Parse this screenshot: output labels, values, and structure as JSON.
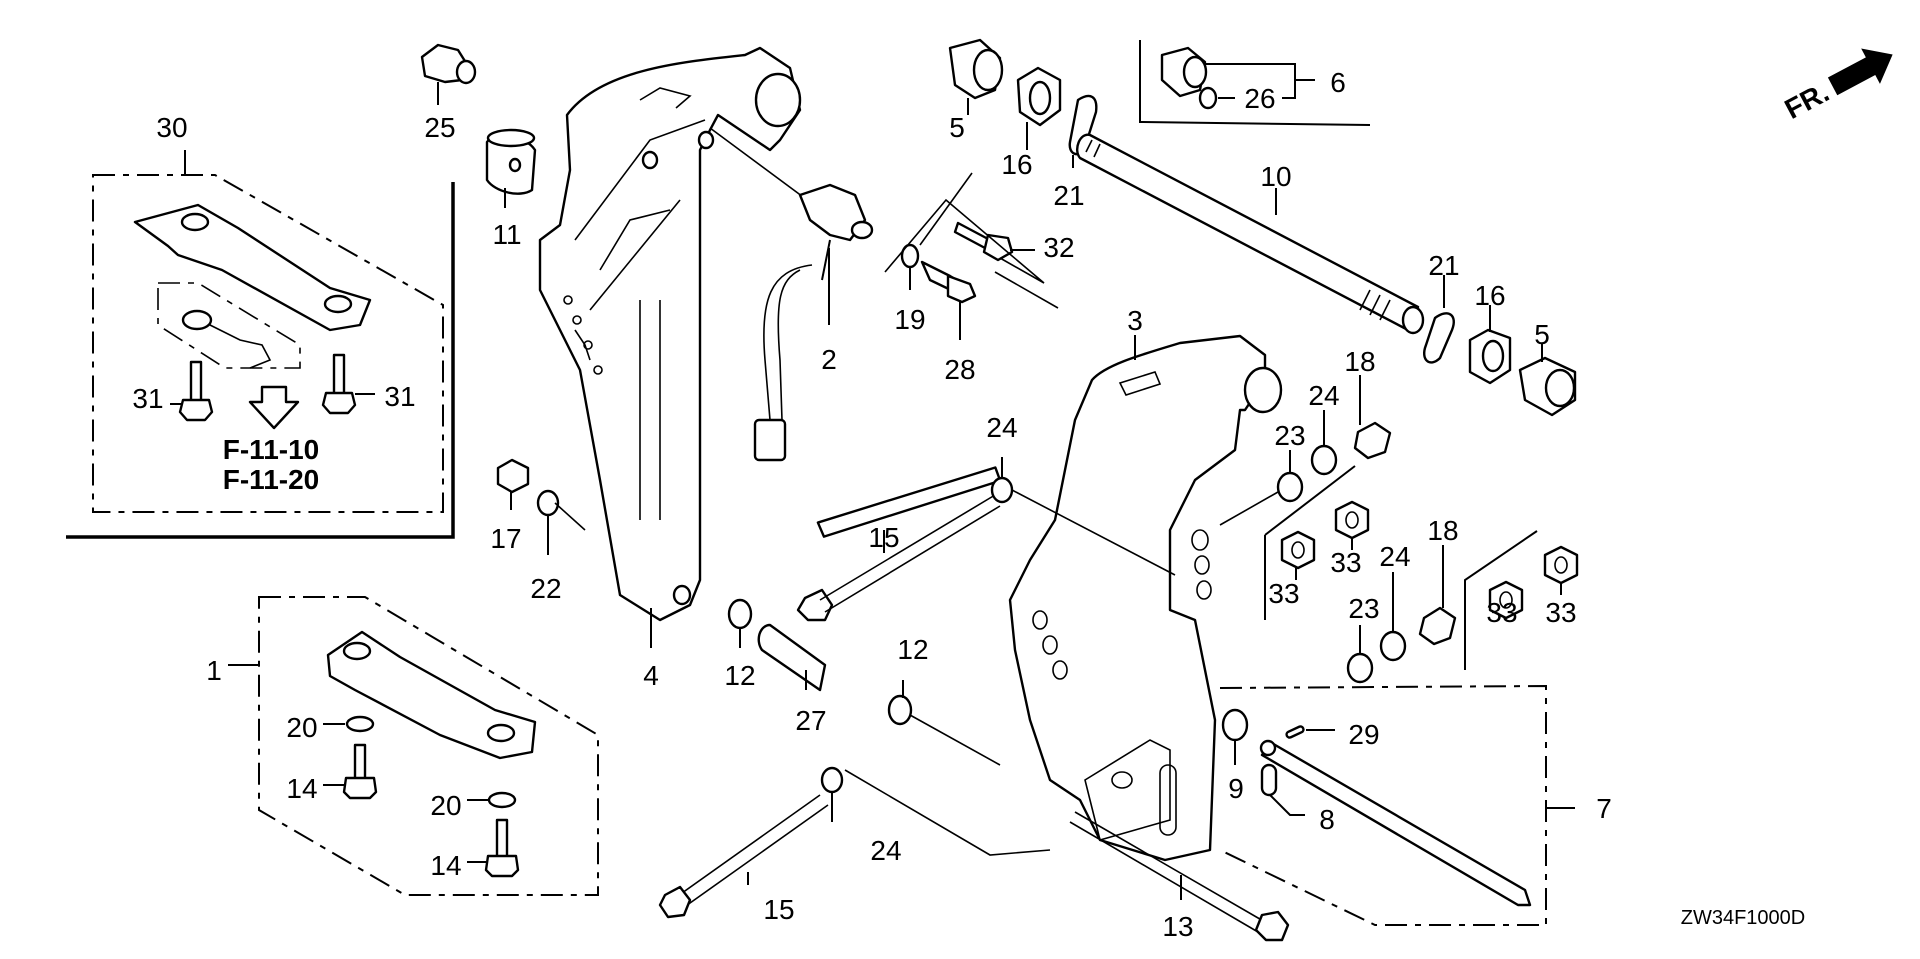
{
  "diagram": {
    "code": "ZW34F1000D",
    "direction_marker": "FR.",
    "cross_references": [
      "F-11-10",
      "F-11-20"
    ],
    "callouts": [
      {
        "id": "c30",
        "number": "30"
      },
      {
        "id": "c25",
        "number": "25"
      },
      {
        "id": "c11",
        "number": "11"
      },
      {
        "id": "c5a",
        "number": "5"
      },
      {
        "id": "c16a",
        "number": "16"
      },
      {
        "id": "c21a",
        "number": "21"
      },
      {
        "id": "c6",
        "number": "6"
      },
      {
        "id": "c26",
        "number": "26"
      },
      {
        "id": "c10",
        "number": "10"
      },
      {
        "id": "c32",
        "number": "32"
      },
      {
        "id": "c19",
        "number": "19"
      },
      {
        "id": "c28",
        "number": "28"
      },
      {
        "id": "c2",
        "number": "2"
      },
      {
        "id": "c3",
        "number": "3"
      },
      {
        "id": "c21b",
        "number": "21"
      },
      {
        "id": "c16b",
        "number": "16"
      },
      {
        "id": "c5b",
        "number": "5"
      },
      {
        "id": "c18a",
        "number": "18"
      },
      {
        "id": "c24a",
        "number": "24"
      },
      {
        "id": "c23a",
        "number": "23"
      },
      {
        "id": "c24m",
        "number": "24"
      },
      {
        "id": "c31a",
        "number": "31"
      },
      {
        "id": "c31b",
        "number": "31"
      },
      {
        "id": "c17",
        "number": "17"
      },
      {
        "id": "c22",
        "number": "22"
      },
      {
        "id": "c15a",
        "number": "15"
      },
      {
        "id": "c4",
        "number": "4"
      },
      {
        "id": "c12a",
        "number": "12"
      },
      {
        "id": "c12b",
        "number": "12"
      },
      {
        "id": "c27",
        "number": "27"
      },
      {
        "id": "c1",
        "number": "1"
      },
      {
        "id": "c20a",
        "number": "20"
      },
      {
        "id": "c14a",
        "number": "14"
      },
      {
        "id": "c20b",
        "number": "20"
      },
      {
        "id": "c14b",
        "number": "14"
      },
      {
        "id": "c33a",
        "number": "33"
      },
      {
        "id": "c33b",
        "number": "33"
      },
      {
        "id": "c18b",
        "number": "18"
      },
      {
        "id": "c24b",
        "number": "24"
      },
      {
        "id": "c23b",
        "number": "23"
      },
      {
        "id": "c33c",
        "number": "33"
      },
      {
        "id": "c33d",
        "number": "33"
      },
      {
        "id": "c29",
        "number": "29"
      },
      {
        "id": "c9",
        "number": "9"
      },
      {
        "id": "c8",
        "number": "8"
      },
      {
        "id": "c7",
        "number": "7"
      },
      {
        "id": "c24c",
        "number": "24"
      },
      {
        "id": "c15b",
        "number": "15"
      },
      {
        "id": "c13",
        "number": "13"
      }
    ]
  }
}
